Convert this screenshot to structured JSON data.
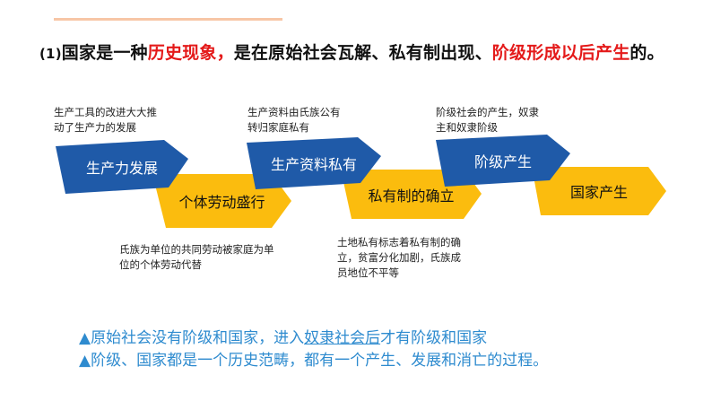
{
  "title": {
    "num": "(1)",
    "p1": "国家是一种",
    "p2": "历史现象，",
    "p3": "是在原始社会瓦解、私有制出现、",
    "p4": "阶级形成以后产生",
    "p5": "的。"
  },
  "notes": {
    "n1": [
      "生产工具的改进大大推",
      "动了生产力的发展"
    ],
    "n2": [
      "生产资料由氏族公有",
      "转归家庭私有"
    ],
    "n3": [
      "阶级社会的产生，奴隶",
      "主和奴隶阶级"
    ],
    "n4": [
      "氏族为单位的共同劳动被家庭为单",
      "位的个体劳动代替"
    ],
    "n5": [
      "土地私有标志着私有制的确",
      "立，贫富分化加剧，氏族成",
      "员地位不平等"
    ]
  },
  "arrows": {
    "a1": "生产力发展",
    "a2": "个体劳动盛行",
    "a3": "生产资料私有",
    "a4": "私有制的确立",
    "a5": "阶级产生",
    "a6": "国家产生"
  },
  "summary": {
    "l1_pre": "▲原始社会没有阶级和国家，进入",
    "l1_u": "奴隶社会后",
    "l1_post": "才有阶级和国家",
    "l2": "▲阶级、国家都是一个历史范畴，都有一个产生、发展和消亡的过程。"
  },
  "colors": {
    "blue_fill": "#1f5aa8",
    "yellow_fill": "#fbbc0e",
    "title_red": "#e41a1a",
    "summary_blue": "#2e8bcf"
  }
}
